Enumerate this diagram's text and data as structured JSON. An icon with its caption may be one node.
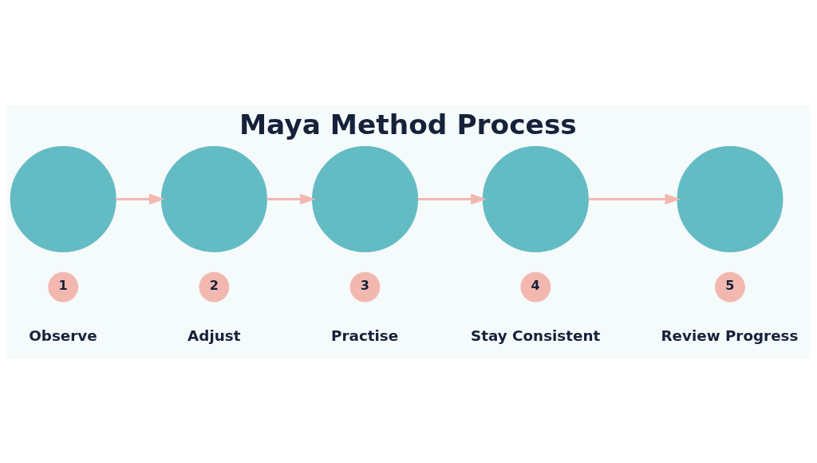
{
  "diagram": {
    "title": "Maya Method Process",
    "nodes": [
      {
        "text": [],
        "shape": "circle",
        "beside": [
          "1",
          "Observe"
        ]
      },
      {
        "text": [],
        "shape": "circle",
        "beside": [
          "2",
          "Adjust"
        ]
      },
      {
        "text": [],
        "shape": "circle",
        "beside": [
          "3",
          "Practise"
        ]
      },
      {
        "text": [],
        "shape": "circle",
        "beside": [
          "4",
          "Stay Consistent"
        ]
      },
      {
        "text": [],
        "shape": "circle",
        "beside": [
          "5",
          "Review Progress"
        ]
      }
    ],
    "edges": [
      {
        "from": 0,
        "to": 1,
        "arrow": "to"
      },
      {
        "from": 1,
        "to": 2,
        "arrow": "to"
      },
      {
        "from": 2,
        "to": 3,
        "arrow": "to"
      },
      {
        "from": 3,
        "to": 4,
        "arrow": "to"
      }
    ]
  }
}
